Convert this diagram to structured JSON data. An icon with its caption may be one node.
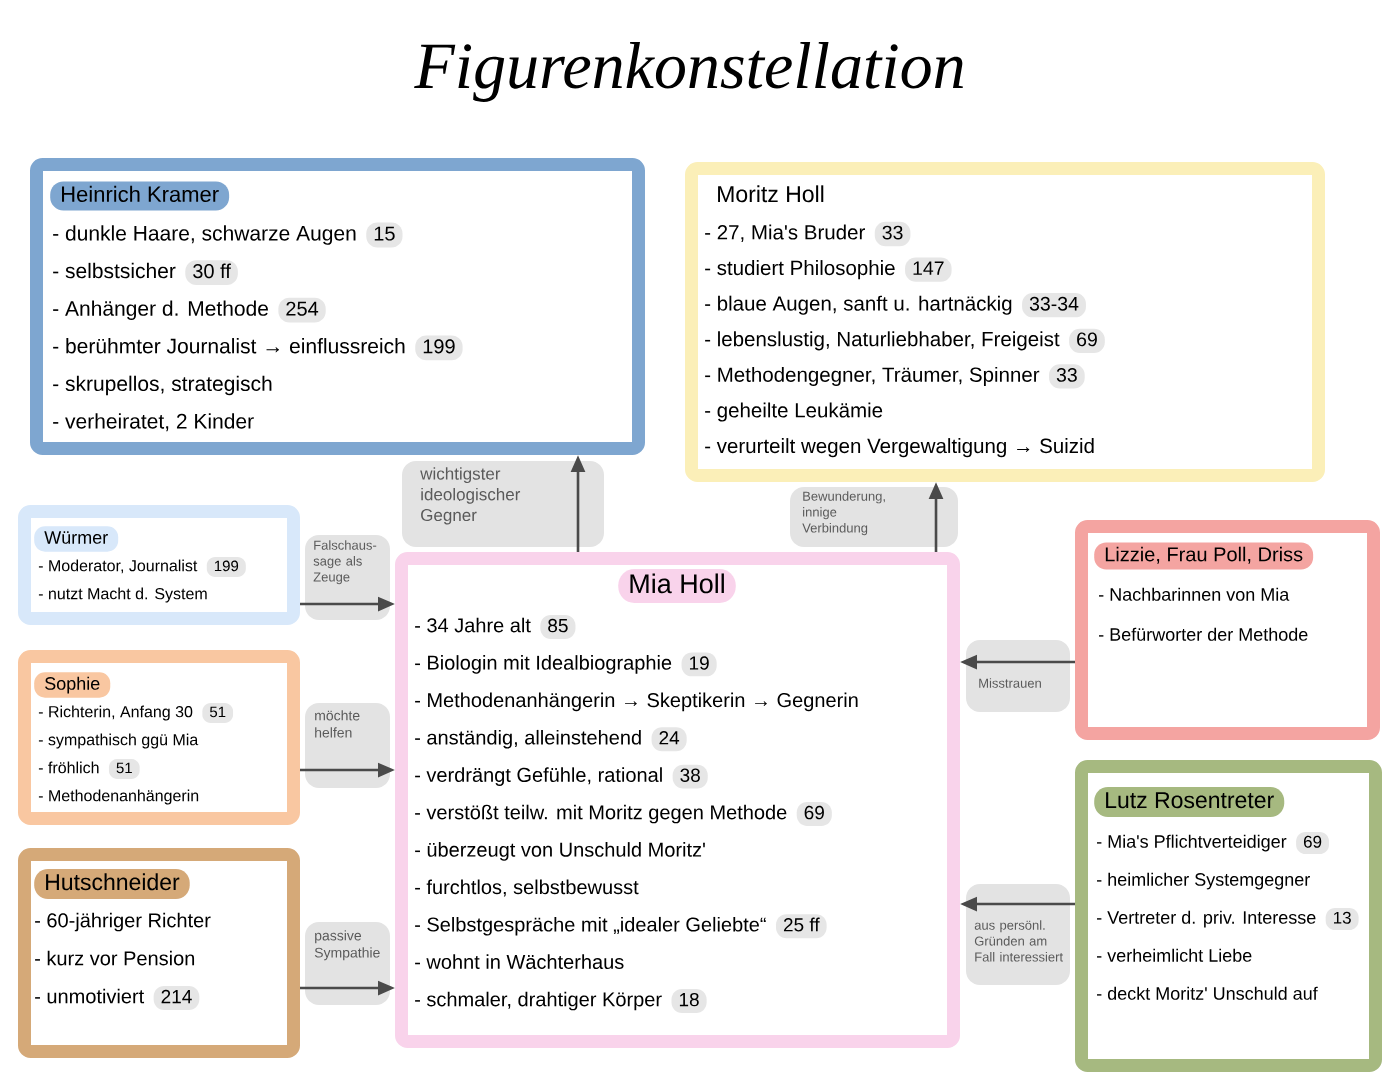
{
  "diagram": {
    "title": "Figurenkonstellation",
    "nodes": [
      {
        "text": [
          "Heinrich Kramer",
          "- dunkle Haare, schwarze Augen",
          "15",
          "- selbstsicher",
          "30 ff",
          "- Anhänger d. Methode",
          "254",
          "- berühmter Journalist → einflussreich",
          "199",
          "- skrupellos, strategisch",
          "- verheiratet, 2 Kinder"
        ]
      },
      {
        "text": [
          "Moritz Holl",
          "- 27, Mia's Bruder",
          "33",
          "- studiert Philosophie",
          "147",
          "- blaue Augen, sanft u. hartnäckig",
          "33-34",
          "- lebenslustig, Naturliebhaber, Freigeist",
          "69",
          "- Methodengegner, Träumer, Spinner",
          "33",
          "- geheilte Leukämie",
          "- verurteilt wegen Vergewaltigung → Suizid"
        ]
      },
      {
        "text": [
          "Würmer",
          "- Moderator, Journalist",
          "199",
          "- nutzt Macht d. System"
        ]
      },
      {
        "text": [
          "Mia Holl",
          "- 34 Jahre alt",
          "85",
          "- Biologin mit Idealbiographie",
          "19",
          "- Methodenanhängerin → Skeptikerin → Gegnerin",
          "- anständig, alleinstehend",
          "24",
          "- verdrängt Gefühle, rational",
          "38",
          "- verstößt teilw. mit Moritz gegen Methode",
          "69",
          "- überzeugt von Unschuld Moritz'",
          "- furchtlos, selbstbewusst",
          "- Selbstgespräche mit „idealer Geliebte“",
          "25 ff",
          "- wohnt in Wächterhaus",
          "- schmaler, drahtiger Körper",
          "18"
        ]
      },
      {
        "text": [
          "Lizzie, Frau Poll, Driss",
          "- Nachbarinnen von Mia",
          "- Befürworter der Methode"
        ]
      },
      {
        "text": [
          "Sophie",
          "- Richterin, Anfang 30",
          "51",
          "- sympathisch ggü Mia",
          "- fröhlich",
          "51",
          "- Methodenanhängerin"
        ]
      },
      {
        "text": [
          "Lutz Rosentreter",
          "- Mia's Pflichtverteidiger",
          "69",
          "- heimlicher Systemgegner",
          "- Vertreter d. priv. Interesse",
          "13",
          "- verheimlicht Liebe",
          "- deckt Moritz' Unschuld auf"
        ]
      },
      {
        "text": [
          "Hutschneider",
          "- 60-jähriger Richter",
          "- kurz vor Pension",
          "- unmotiviert",
          "214"
        ]
      }
    ],
    "edges": [
      {
        "from": 3,
        "to": 0,
        "arrow": "to",
        "label": "wichtigster ideologischer Gegner"
      },
      {
        "from": 3,
        "to": 1,
        "arrow": "to",
        "label": "Bewunderung, innige Verbindung"
      },
      {
        "from": 2,
        "to": 3,
        "arrow": "to",
        "label": "Falschaus- sage als Zeuge"
      },
      {
        "from": 4,
        "to": 3,
        "arrow": "to",
        "label": "Misstrauen"
      },
      {
        "from": 5,
        "to": 3,
        "arrow": "to",
        "label": "möchte helfen"
      },
      {
        "from": 6,
        "to": 3,
        "arrow": "to",
        "label": "aus persönl. Gründen am Fall interessiert"
      },
      {
        "from": 7,
        "to": 3,
        "arrow": "to",
        "label": "passive Sympathie"
      }
    ]
  }
}
